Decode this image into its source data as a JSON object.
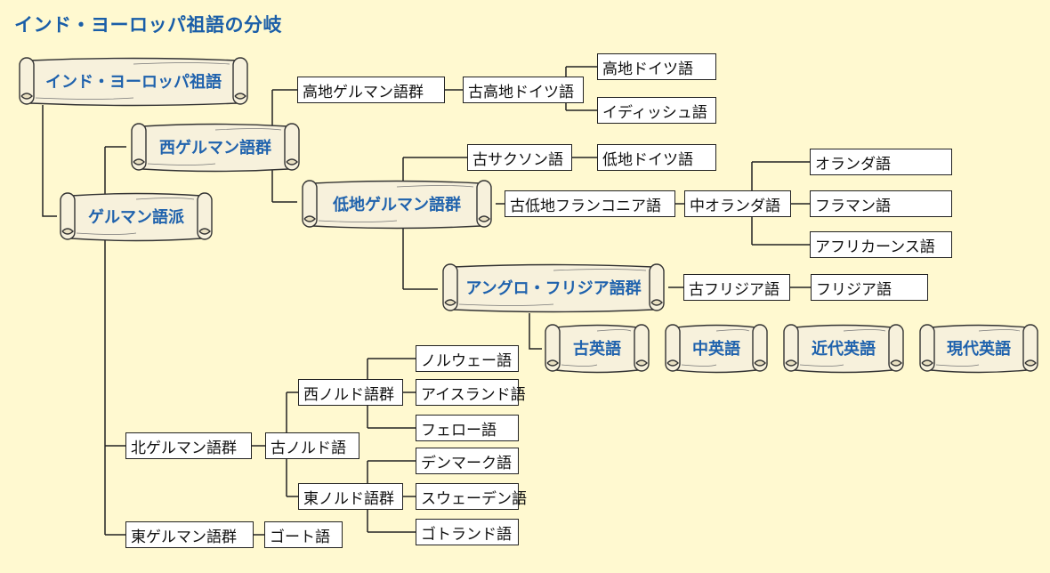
{
  "title": "インド・ヨーロッパ祖語の分岐",
  "colors": {
    "background": "#fff9d0",
    "scroll_fill": "#f7f1dc",
    "title": "#1a5ea8",
    "line": "#222222"
  },
  "nodes": {
    "pie": "インド・ヨーロッパ祖語",
    "germanic": "ゲルマン語派",
    "west_germanic": "西ゲルマン語群",
    "high_german_group": "高地ゲルマン語群",
    "old_high_german": "古高地ドイツ語",
    "high_german": "高地ドイツ語",
    "yiddish": "イディッシュ語",
    "low_german_group": "低地ゲルマン語群",
    "old_saxon": "古サクソン語",
    "low_german": "低地ドイツ語",
    "old_low_franconian": "古低地フランコニア語",
    "middle_dutch": "中オランダ語",
    "dutch": "オランダ語",
    "flemish": "フラマン語",
    "afrikaans": "アフリカーンス語",
    "anglo_frisian": "アングロ・フリジア語群",
    "old_frisian": "古フリジア語",
    "frisian": "フリジア語",
    "old_english": "古英語",
    "middle_english": "中英語",
    "early_modern_english": "近代英語",
    "modern_english": "現代英語",
    "north_germanic": "北ゲルマン語群",
    "old_norse": "古ノルド語",
    "west_norse": "西ノルド語群",
    "norwegian": "ノルウェー語",
    "icelandic": "アイスランド語",
    "faroese": "フェロー語",
    "east_norse": "東ノルド語群",
    "danish": "デンマーク語",
    "swedish": "スウェーデン語",
    "gutnish": "ゴトランド語",
    "east_germanic": "東ゲルマン語群",
    "gothic": "ゴート語"
  }
}
